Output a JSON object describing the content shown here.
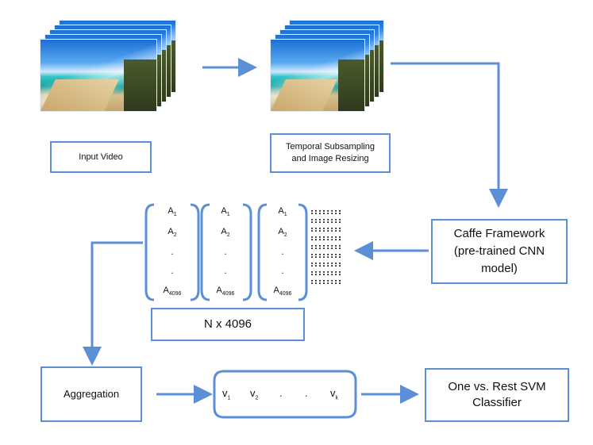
{
  "labels": {
    "input_video": "Input Video",
    "temporal_line1": "Temporal Subsampling",
    "temporal_line2": "and Image Resizing",
    "caffe_line1": "Caffe Framework",
    "caffe_line2": "(pre-trained CNN",
    "caffe_line3": "model)",
    "n_x": "N x 4096",
    "aggregation": "Aggregation",
    "svm_line1": "One vs. Rest SVM",
    "svm_line2": "Classifier"
  },
  "feature_column": {
    "a1": "A",
    "a1_sub": "1",
    "a2": "A",
    "a2_sub": "2",
    "dot1": ".",
    "dot2": ".",
    "an": "A",
    "an_sub": "4096"
  },
  "vector": {
    "v1": "v",
    "v1_sub": "1",
    "v2": "v",
    "v2_sub": "2",
    "dot1": ".",
    "dot2": ".",
    "vk": "v",
    "vk_sub": "k"
  },
  "colors": {
    "arrow": "#5b8fd6",
    "border": "#5b8fd6"
  }
}
